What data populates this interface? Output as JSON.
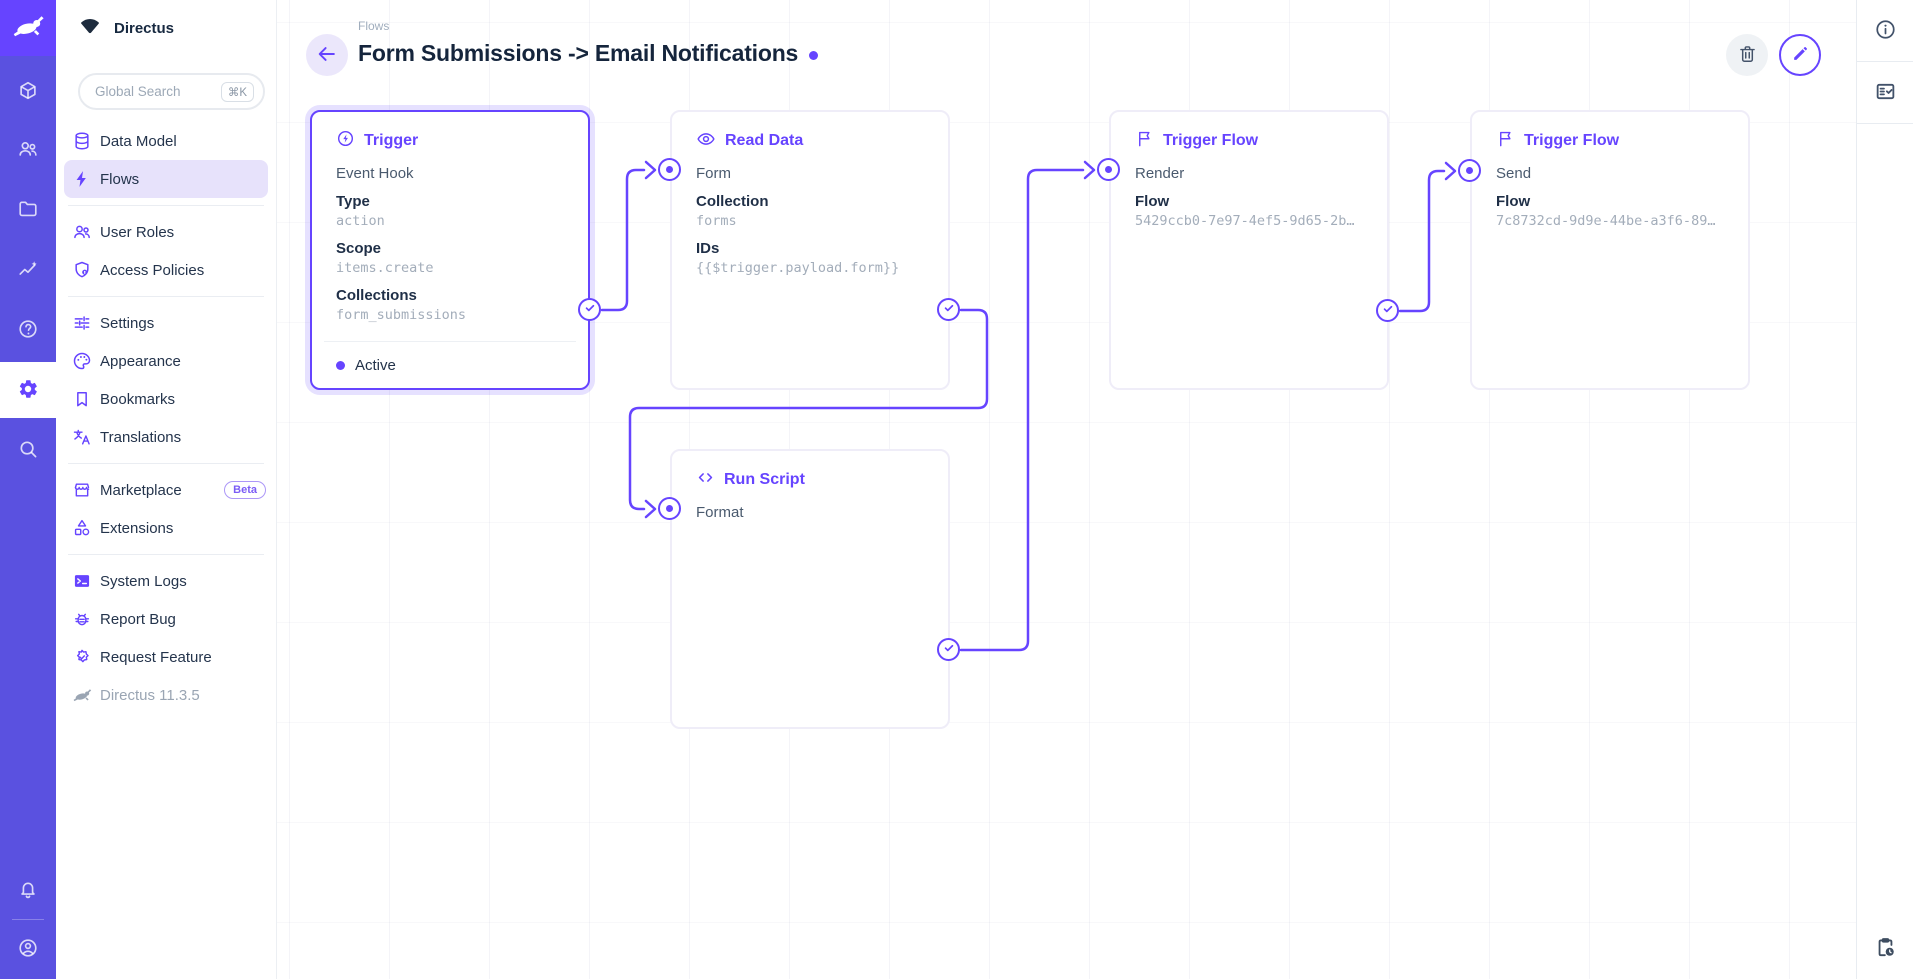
{
  "app": {
    "project_name": "Directus",
    "version": "Directus 11.3.5"
  },
  "module_bar": {
    "icons": [
      "directus-logo",
      "content",
      "user-directory",
      "file-library",
      "insights",
      "documentation",
      "settings",
      "search",
      "notifications",
      "account"
    ],
    "active": "settings",
    "colors": {
      "rail": "#5A51E0",
      "logo_block": "#6644FF"
    }
  },
  "sidebar": {
    "search": {
      "placeholder": "Global Search",
      "shortcut": "⌘K"
    },
    "sections": [
      {
        "items": [
          {
            "icon": "database",
            "label": "Data Model"
          },
          {
            "icon": "bolt",
            "label": "Flows",
            "active": true
          }
        ]
      },
      {
        "items": [
          {
            "icon": "group",
            "label": "User Roles"
          },
          {
            "icon": "shield-lock",
            "label": "Access Policies"
          }
        ]
      },
      {
        "items": [
          {
            "icon": "tune",
            "label": "Settings"
          },
          {
            "icon": "palette",
            "label": "Appearance"
          },
          {
            "icon": "bookmark",
            "label": "Bookmarks"
          },
          {
            "icon": "translate",
            "label": "Translations"
          }
        ]
      },
      {
        "items": [
          {
            "icon": "storefront",
            "label": "Marketplace",
            "badge": "Beta"
          },
          {
            "icon": "category",
            "label": "Extensions"
          }
        ]
      },
      {
        "items": [
          {
            "icon": "terminal",
            "label": "System Logs"
          },
          {
            "icon": "bug",
            "label": "Report Bug"
          },
          {
            "icon": "new-releases",
            "label": "Request Feature"
          }
        ]
      }
    ]
  },
  "header": {
    "breadcrumb": "Flows",
    "title": "Form Submissions -> Email Notifications",
    "status_dot_color": "#6644FF",
    "buttons": [
      "delete",
      "edit"
    ]
  },
  "flow": {
    "panels": [
      {
        "icon": "bolt-circle",
        "title": "Trigger",
        "name": "Event Hook",
        "selected": true,
        "status": "Active",
        "fields": [
          {
            "label": "Type",
            "value": "action"
          },
          {
            "label": "Scope",
            "value": "items.create"
          },
          {
            "label": "Collections",
            "value": "form_submissions"
          }
        ]
      },
      {
        "icon": "eye",
        "title": "Read Data",
        "name": "Form",
        "fields": [
          {
            "label": "Collection",
            "value": "forms"
          },
          {
            "label": "IDs",
            "value": "{{$trigger.payload.form}}"
          }
        ]
      },
      {
        "icon": "flag",
        "title": "Trigger Flow",
        "name": "Render",
        "fields": [
          {
            "label": "Flow",
            "value": "5429ccb0-7e97-4ef5-9d65-2b…"
          }
        ]
      },
      {
        "icon": "flag",
        "title": "Trigger Flow",
        "name": "Send",
        "fields": [
          {
            "label": "Flow",
            "value": "7c8732cd-9d9e-44be-a3f6-89…"
          }
        ]
      },
      {
        "icon": "code",
        "title": "Run Script",
        "name": "Format",
        "fields": []
      }
    ],
    "connections": [
      {
        "from": "Trigger",
        "to": "Read Data (Form)"
      },
      {
        "from": "Read Data (Form)",
        "to": "Run Script (Format)"
      },
      {
        "from": "Run Script (Format)",
        "to": "Trigger Flow (Render)"
      },
      {
        "from": "Trigger Flow (Render)",
        "to": "Trigger Flow (Send)"
      }
    ],
    "wire_color": "#6644FF"
  },
  "right_bar": {
    "icons": [
      "info",
      "activity-log",
      "pending-actions"
    ]
  }
}
